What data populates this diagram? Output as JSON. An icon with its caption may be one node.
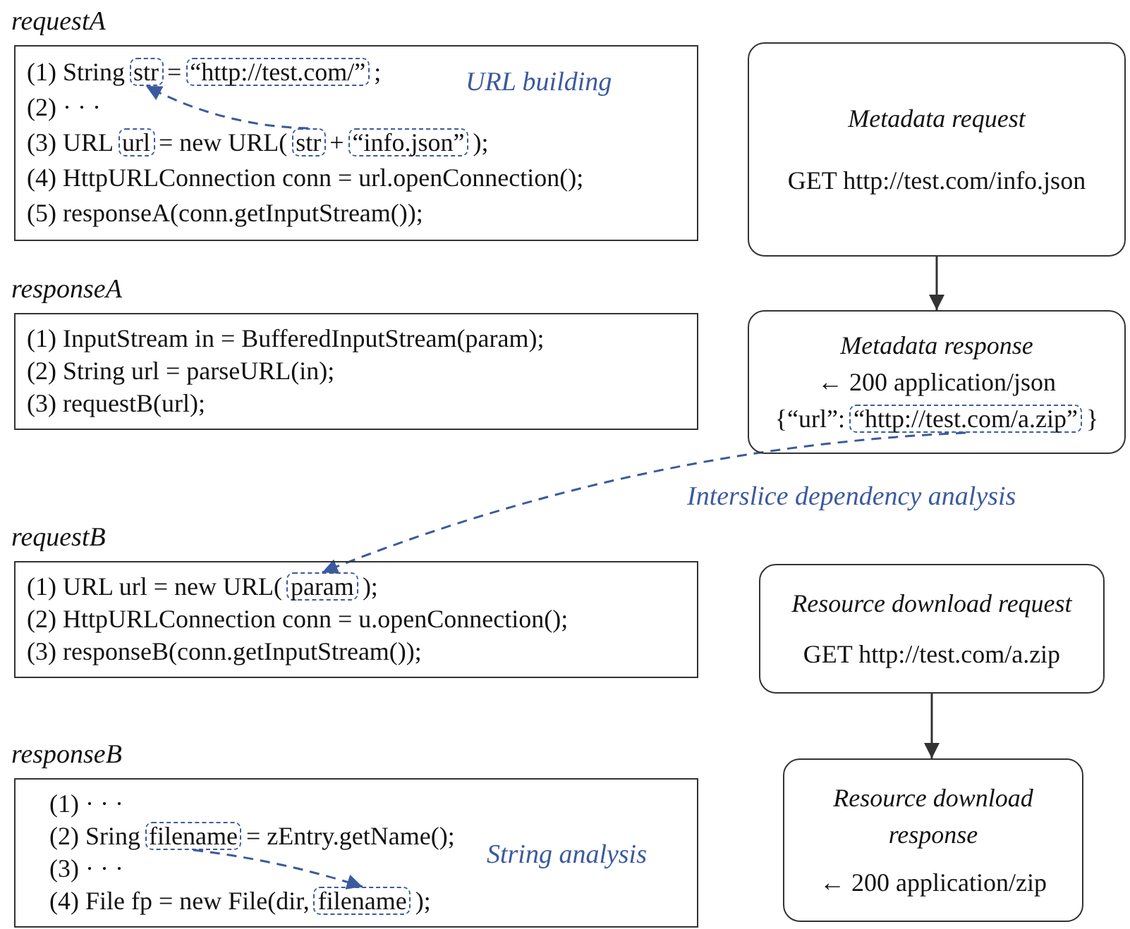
{
  "diagram": {
    "nodes": [
      {
        "text": [
          "requestA",
          "(1) String",
          "=",
          ";",
          "(2) · · ·",
          "(3) URL",
          "= new URL(",
          "+",
          ");",
          "(4) HttpURLConnection conn = url.openConnection();",
          "(5) responseA(conn.getInputStream());"
        ]
      },
      {
        "text": [
          "str"
        ],
        "in": 0
      },
      {
        "text": [
          "“http://test.com/”"
        ],
        "in": 0
      },
      {
        "text": [
          "url"
        ],
        "in": 0
      },
      {
        "text": [
          "str"
        ],
        "in": 0
      },
      {
        "text": [
          "“info.json”"
        ],
        "in": 0
      },
      {
        "text": [
          "Metadata request",
          "GET http://test.com/info.json"
        ]
      },
      {
        "text": [
          "responseA",
          "(1) InputStream in = BufferedInputStream(param);",
          "(2) String url = parseURL(in);",
          "(3) requestB(url);"
        ]
      },
      {
        "text": [
          "Metadata response",
          "← 200 application/json",
          "{“url”:",
          "}"
        ]
      },
      {
        "text": [
          "“http://test.com/a.zip”"
        ],
        "in": 8
      },
      {
        "text": [
          "requestB",
          "(1) URL url = new URL(",
          ");",
          "(2) HttpURLConnection conn = u.openConnection();",
          "(3) responseB(conn.getInputStream());"
        ]
      },
      {
        "text": [
          "param"
        ],
        "in": 10
      },
      {
        "text": [
          "Resource download request",
          "GET http://test.com/a.zip"
        ]
      },
      {
        "text": [
          "responseB",
          "(1) · · ·",
          "(2) Sring",
          "= zEntry.getName();",
          "(3) · · ·",
          "(4) File fp = new File(dir,",
          ");"
        ]
      },
      {
        "text": [
          "filename"
        ],
        "in": 13
      },
      {
        "text": [
          "filename"
        ],
        "in": 13
      },
      {
        "text": [
          "Resource download response",
          "← 200 application/zip"
        ]
      }
    ],
    "edges": [
      {
        "from": 4,
        "to": 1,
        "arrow": "to",
        "style": "dashed",
        "color": "#3b5a9e"
      },
      {
        "from": 6,
        "to": 8,
        "arrow": "to",
        "color": "#333333"
      },
      {
        "from": 9,
        "to": 11,
        "arrow": "to",
        "style": "dashed",
        "color": "#3b5a9e"
      },
      {
        "from": 12,
        "to": 16,
        "arrow": "to",
        "color": "#333333"
      },
      {
        "from": 14,
        "to": 15,
        "arrow": "to",
        "style": "dashed",
        "color": "#3b5a9e"
      }
    ],
    "labels": [
      "URL building",
      "Interslice dependency analysis",
      "String analysis"
    ]
  }
}
